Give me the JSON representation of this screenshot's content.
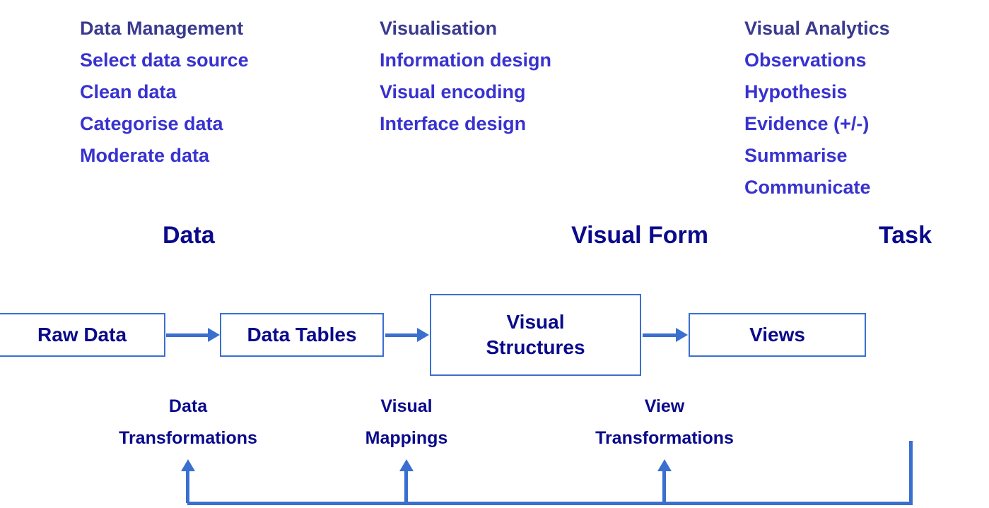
{
  "columns": [
    {
      "header": "Data Management",
      "items": [
        "Select data source",
        "Clean data",
        "Categorise data",
        "Moderate data"
      ]
    },
    {
      "header": "Visualisation",
      "items": [
        "Information design",
        "Visual encoding",
        "Interface design"
      ]
    },
    {
      "header": "Visual Analytics",
      "items": [
        "Observations",
        "Hypothesis",
        "Evidence (+/-)",
        "Summarise",
        "Communicate"
      ]
    }
  ],
  "stages": {
    "data": "Data",
    "visual_form": "Visual Form",
    "task": "Task"
  },
  "pipeline": {
    "raw_data": "Raw Data",
    "data_tables": "Data Tables",
    "visual_structures_line1": "Visual",
    "visual_structures_line2": "Structures",
    "views": "Views"
  },
  "transformations": {
    "data_line1": "Data",
    "data_line2": "Transformations",
    "visual_line1": "Visual",
    "visual_line2": "Mappings",
    "view_line1": "View",
    "view_line2": "Transformations"
  },
  "colors": {
    "column_header": "#3a3a8f",
    "column_item": "#3832cf",
    "stage_label": "#0a0a8c",
    "box_border": "#3a6fd0",
    "box_text": "#0a0a8c",
    "arrow": "#3a6fd0",
    "background": "#ffffff"
  }
}
